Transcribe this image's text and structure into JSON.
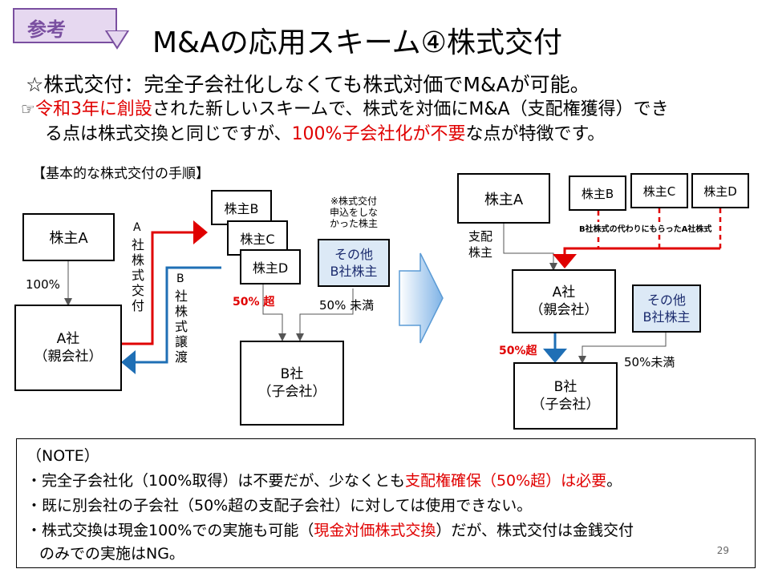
{
  "header": {
    "tag": "参考",
    "title": "M&Aの応用スキーム④株式交付"
  },
  "intro": {
    "line1": "☆株式交付：完全子会社化しなくても株式対価でM&Aが可能。",
    "bullet_icon": "pointing-hand-icon",
    "p1_red": "令和3年に創設",
    "p1_rest": "された新しいスキームで、株式を対価にM&A（支配権獲得）でき",
    "p2_a": "る点は株式交換と同じですが、",
    "p2_red": "100%子会社化が不要",
    "p2_b": "な点が特徴です。"
  },
  "diagram_left": {
    "heading": "【基本的な株式交付の手順】",
    "shareholder_a": "株主A",
    "pct_100": "100%",
    "company_a_1": "A社",
    "company_a_2": "（親会社）",
    "flow_a_letter": "A",
    "flow_a_text": "社株式交付",
    "flow_b_letter": "B",
    "flow_b_text": "社株式譲渡",
    "shareholder_b": "株主B",
    "shareholder_c": "株主C",
    "shareholder_d": "株主D",
    "note_1": "※株式交付",
    "note_2": "申込をしな",
    "note_3": "かった株主",
    "other_1": "その他",
    "other_2": "B社株主",
    "over_50": "50% 超",
    "under_50": "50% 未満",
    "company_b_1": "B社",
    "company_b_2": "（子会社）"
  },
  "diagram_right": {
    "shareholder_a": "株主A",
    "control_1": "支配",
    "control_2": "株主",
    "shareholder_b": "株主B",
    "shareholder_c": "株主C",
    "shareholder_d": "株主D",
    "caption": "B社株式の代わりにもらったA社株式",
    "company_a_1": "A社",
    "company_a_2": "（親会社）",
    "other_1": "その他",
    "other_2": "B社株主",
    "over_50": "50%超",
    "under_50": "50%未満",
    "company_b_1": "B社",
    "company_b_2": "（子会社）"
  },
  "note": {
    "heading": "（NOTE）",
    "l1_a": "・完全子会社化（100%取得）は不要だが、少なくとも",
    "l1_red": "支配権確保（50%超）は必要",
    "l1_b": "。",
    "l2": "・既に別会社の子会社（50%超の支配子会社）に対しては使用できない。",
    "l3_a": "・株式交換は現金100%での実施も可能（",
    "l3_red": "現金対価株式交換",
    "l3_b": "）だが、株式交付は金銭交付",
    "l4": "のみでの実施はNG。",
    "page": "29"
  },
  "colors": {
    "red": "#e00000",
    "blue": "#1f6fb5",
    "tag_purple": "#7a4fa0",
    "box_blue": "#dce9f6"
  }
}
